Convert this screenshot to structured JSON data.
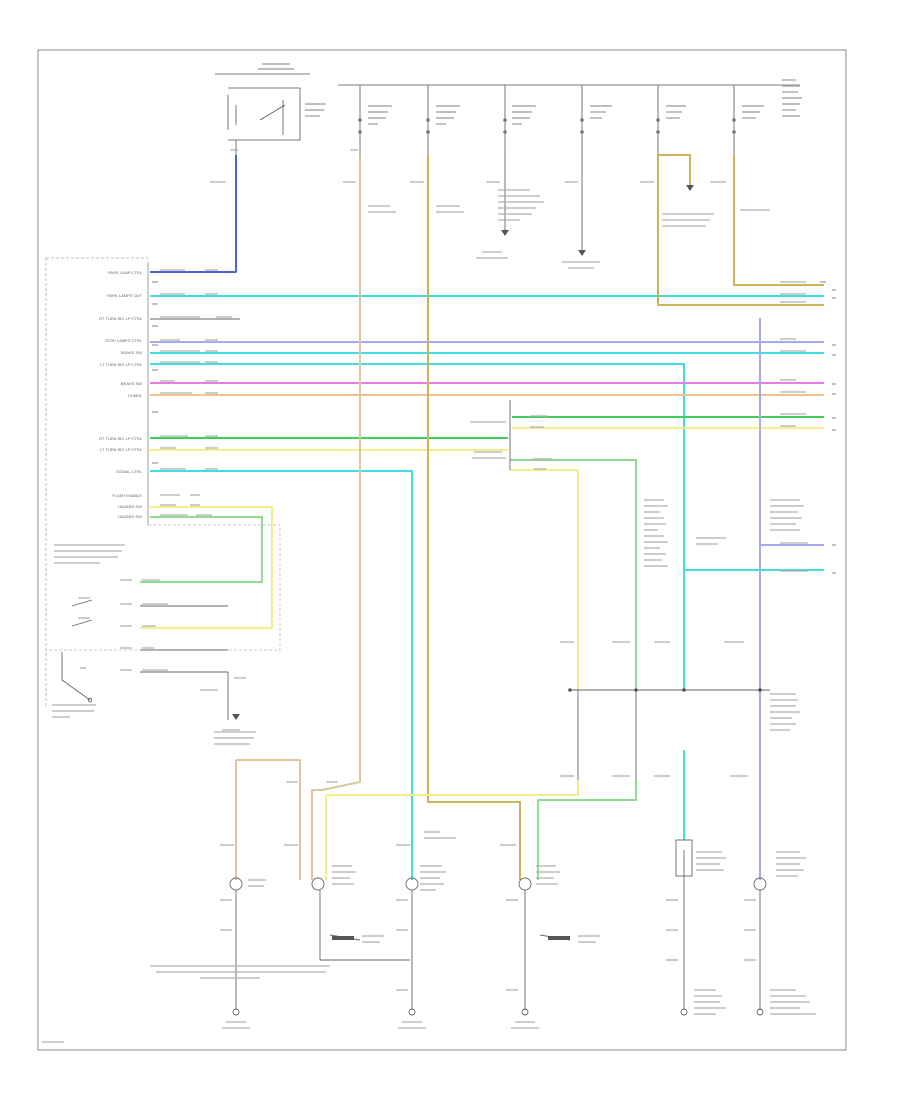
{
  "diagram": {
    "left_labels": [
      "PARK LAMP CTRL",
      "PARK LAMPS OUT",
      "RT TURN SIG LP CTRL",
      "STOP LAMPS CTRL",
      "BRAKE SW",
      "LT TURN SIG LP CTRL",
      "BRAKE SW",
      "CHMSL",
      "RT TURN SIG LP CTRL",
      "LT TURN SIG LP CTRL",
      "SIGNAL CTRL",
      "FLASH ENABLE",
      "HAZARD SW",
      "HAZARD SW"
    ],
    "bottom_left_note": "",
    "footnote": ""
  },
  "wire_colors": {
    "blue": "#4a63d8",
    "cyan": "#3fdde0",
    "tan": "#d8c89a",
    "yellow": "#f3ee8a",
    "pink": "#e97de8",
    "orange": "#f0c38c",
    "green": "#3fcf5a",
    "lightgreen": "#8fdc8f",
    "lavender": "#a7a8f0",
    "gray": "#666666",
    "olive": "#c9b65a"
  }
}
